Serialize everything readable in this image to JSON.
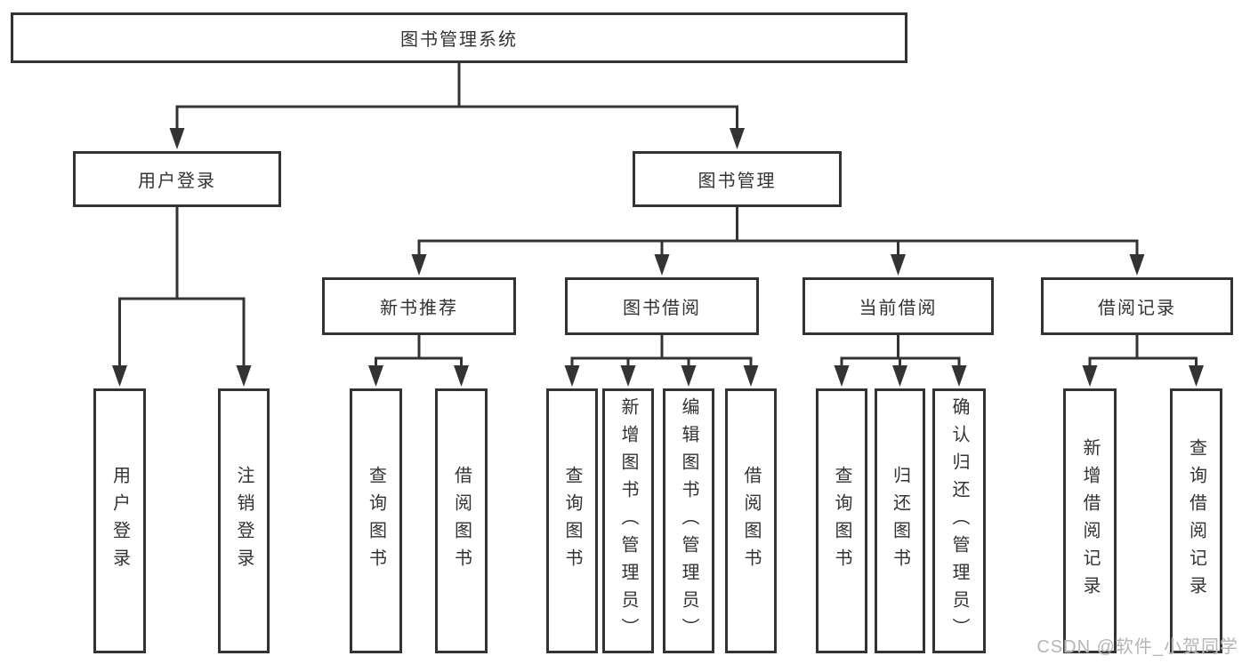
{
  "diagram": {
    "type": "hierarchy-tree",
    "tree": {
      "root": {
        "label": "图书管理系统",
        "children": [
          {
            "label": "用户登录",
            "children": [
              {
                "label": "用户登录"
              },
              {
                "label": "注销登录"
              }
            ]
          },
          {
            "label": "图书管理",
            "children": [
              {
                "label": "新书推荐",
                "children": [
                  {
                    "label": "查询图书"
                  },
                  {
                    "label": "借阅图书"
                  }
                ]
              },
              {
                "label": "图书借阅",
                "children": [
                  {
                    "label": "查询图书"
                  },
                  {
                    "label": "新增图书（管理员）"
                  },
                  {
                    "label": "编辑图书（管理员）"
                  },
                  {
                    "label": "借阅图书"
                  }
                ]
              },
              {
                "label": "当前借阅",
                "children": [
                  {
                    "label": "查询图书"
                  },
                  {
                    "label": "归还图书"
                  },
                  {
                    "label": "确认归还（管理员）"
                  }
                ]
              },
              {
                "label": "借阅记录",
                "children": [
                  {
                    "label": "新增借阅记录"
                  },
                  {
                    "label": "查询借阅记录"
                  }
                ]
              }
            ]
          }
        ]
      }
    },
    "colors": {
      "line": "#333333",
      "box_border": "#333333",
      "box_background": "#ffffff",
      "text": "#333333",
      "background": "#ffffff",
      "watermark": "#b5b5b5"
    }
  },
  "watermark": {
    "text": "CSDN @软件_小贺同学"
  }
}
